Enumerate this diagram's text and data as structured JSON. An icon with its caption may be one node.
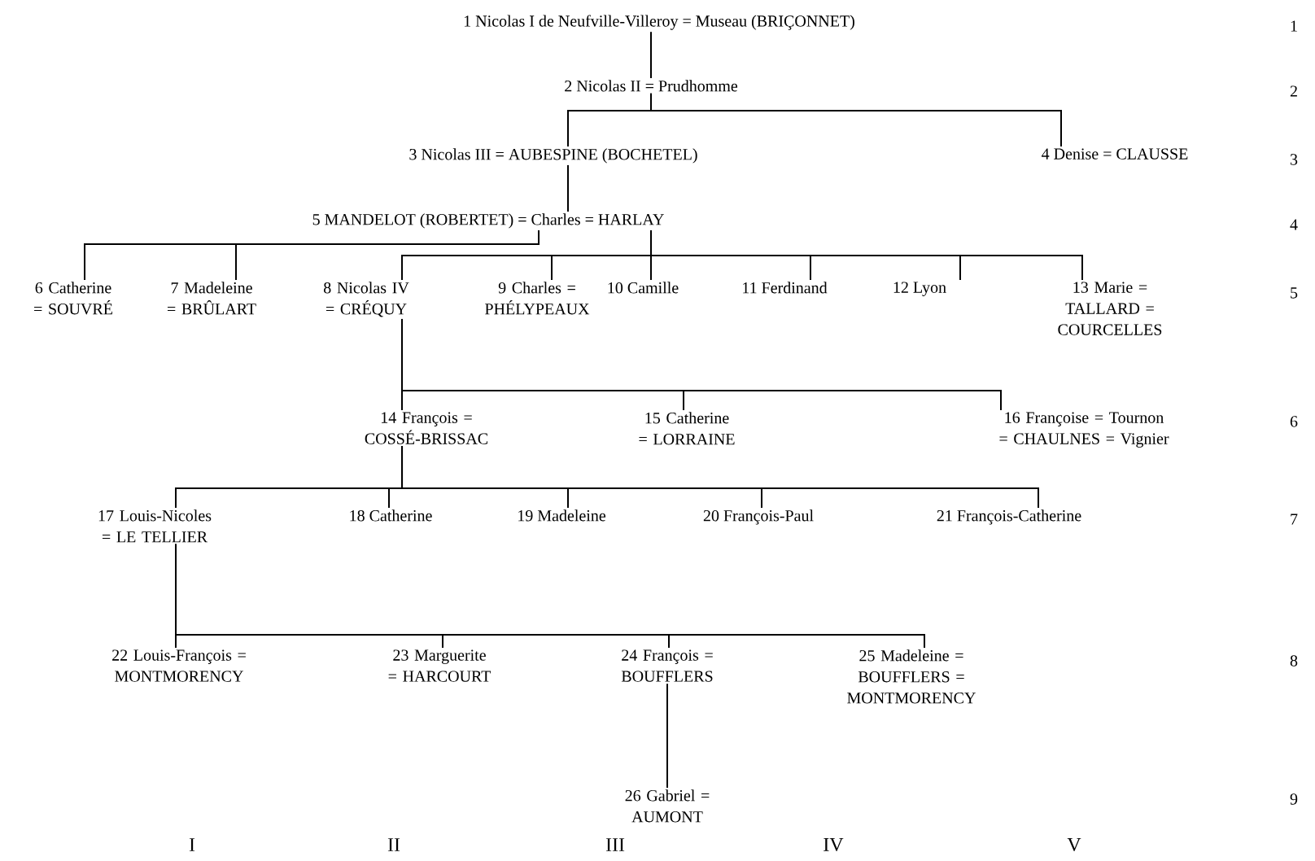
{
  "diagram": {
    "nodes": [
      {
        "text": [
          "1 Nicolas I de Neufville-Villeroy = Museau (BRIÇONNET)"
        ]
      },
      {
        "text": [
          "2 Nicolas II = Prudhomme"
        ]
      },
      {
        "text": [
          "3 Nicolas III = AUBESPINE (BOCHETEL)"
        ]
      },
      {
        "text": [
          "4 Denise = CLAUSSE"
        ]
      },
      {
        "text": [
          "5 MANDELOT (ROBERTET) = Charles = HARLAY"
        ]
      },
      {
        "text": [
          "6 Catherine = SOUVRÉ"
        ]
      },
      {
        "text": [
          "7 Madeleine = BRÛLART"
        ]
      },
      {
        "text": [
          "8 Nicolas IV = CRÉQUY"
        ]
      },
      {
        "text": [
          "9 Charles = PHÉLYPEAUX"
        ]
      },
      {
        "text": [
          "10 Camille"
        ]
      },
      {
        "text": [
          "11 Ferdinand"
        ]
      },
      {
        "text": [
          "12 Lyon"
        ]
      },
      {
        "text": [
          "13 Marie = TALLARD = COURCELLES"
        ]
      },
      {
        "text": [
          "14 François = COSSÉ-BRISSAC"
        ]
      },
      {
        "text": [
          "15 Catherine = LORRAINE"
        ]
      },
      {
        "text": [
          "16 Françoise = Tournon = CHAULNES = Vignier"
        ]
      },
      {
        "text": [
          "17 Louis-Nicoles = LE TELLIER"
        ]
      },
      {
        "text": [
          "18 Catherine"
        ]
      },
      {
        "text": [
          "19 Madeleine"
        ]
      },
      {
        "text": [
          "20 François-Paul"
        ]
      },
      {
        "text": [
          "21 François-Catherine"
        ]
      },
      {
        "text": [
          "22 Louis-François = MONTMORENCY"
        ]
      },
      {
        "text": [
          "23 Marguerite = HARCOURT"
        ]
      },
      {
        "text": [
          "24 François = BOUFFLERS"
        ]
      },
      {
        "text": [
          "25 Madeleine = BOUFFLERS = MONTMORENCY"
        ]
      },
      {
        "text": [
          "26 Gabriel = AUMONT"
        ]
      }
    ],
    "edges": [
      {
        "from": 0,
        "to": 1,
        "arrow": "none"
      },
      {
        "from": 1,
        "to": 2,
        "arrow": "none"
      },
      {
        "from": 1,
        "to": 3,
        "arrow": "none"
      },
      {
        "from": 2,
        "to": 4,
        "arrow": "none"
      },
      {
        "from": 4,
        "to": 5,
        "arrow": "none"
      },
      {
        "from": 4,
        "to": 6,
        "arrow": "none"
      },
      {
        "from": 4,
        "to": 7,
        "arrow": "none"
      },
      {
        "from": 4,
        "to": 8,
        "arrow": "none"
      },
      {
        "from": 4,
        "to": 9,
        "arrow": "none"
      },
      {
        "from": 4,
        "to": 10,
        "arrow": "none"
      },
      {
        "from": 4,
        "to": 11,
        "arrow": "none"
      },
      {
        "from": 4,
        "to": 12,
        "arrow": "none"
      },
      {
        "from": 7,
        "to": 13,
        "arrow": "none"
      },
      {
        "from": 7,
        "to": 14,
        "arrow": "none"
      },
      {
        "from": 7,
        "to": 15,
        "arrow": "none"
      },
      {
        "from": 13,
        "to": 16,
        "arrow": "none"
      },
      {
        "from": 13,
        "to": 17,
        "arrow": "none"
      },
      {
        "from": 13,
        "to": 18,
        "arrow": "none"
      },
      {
        "from": 13,
        "to": 19,
        "arrow": "none"
      },
      {
        "from": 13,
        "to": 20,
        "arrow": "none"
      },
      {
        "from": 16,
        "to": 21,
        "arrow": "none"
      },
      {
        "from": 16,
        "to": 22,
        "arrow": "none"
      },
      {
        "from": 16,
        "to": 23,
        "arrow": "none"
      },
      {
        "from": 16,
        "to": 24,
        "arrow": "none"
      },
      {
        "from": 23,
        "to": 25,
        "arrow": "none"
      }
    ],
    "labels": [
      "1",
      "2",
      "3",
      "4",
      "5",
      "6",
      "7",
      "8",
      "9",
      "I",
      "II",
      "III",
      "IV",
      "V"
    ]
  }
}
